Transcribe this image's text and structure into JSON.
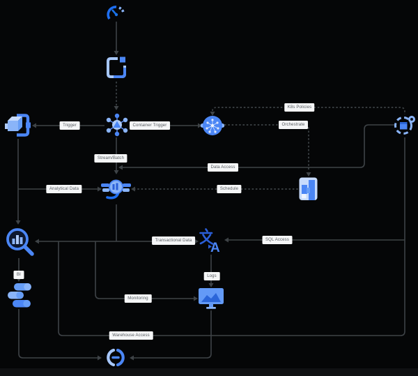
{
  "diagram": {
    "background": "#050607",
    "wire_color": "#3e4347",
    "label_style": {
      "bg": "#f5f6f7",
      "text": "#54585d"
    },
    "palette": {
      "blue": "#4b86f5",
      "light_blue": "#8ab4f8",
      "pale_blue": "#aecbfa",
      "dark_blue": "#1e6ef0"
    },
    "edge_labels": {
      "trigger": "Trigger",
      "container_trigger": "Container Trigger",
      "k8s_policies": "K8s Policies",
      "orchestrate": "Orchestrate",
      "stream_batch": "Stream/Batch",
      "data_access": "Data Access",
      "analytical_data": "Analytical Data",
      "schedule": "Schedule",
      "transactional_data": "Transactional Data",
      "sql_access": "SQL Access",
      "logs": "Logs",
      "bi": "BI",
      "monitoring": "Monitoring",
      "warehouse_access": "Warehouse Access"
    },
    "nodes": [
      {
        "icon": "gauge-icon"
      },
      {
        "icon": "app-deploy-icon"
      },
      {
        "icon": "container-registry-icon"
      },
      {
        "icon": "cluster-icon"
      },
      {
        "icon": "kubernetes-icon"
      },
      {
        "icon": "policy-config-icon"
      },
      {
        "icon": "dataflow-icon"
      },
      {
        "icon": "scheduler-icon"
      },
      {
        "icon": "bigquery-icon"
      },
      {
        "icon": "translate-icon"
      },
      {
        "icon": "analytics-icon"
      },
      {
        "icon": "monitoring-screen-icon"
      },
      {
        "icon": "code-sync-icon"
      }
    ]
  }
}
